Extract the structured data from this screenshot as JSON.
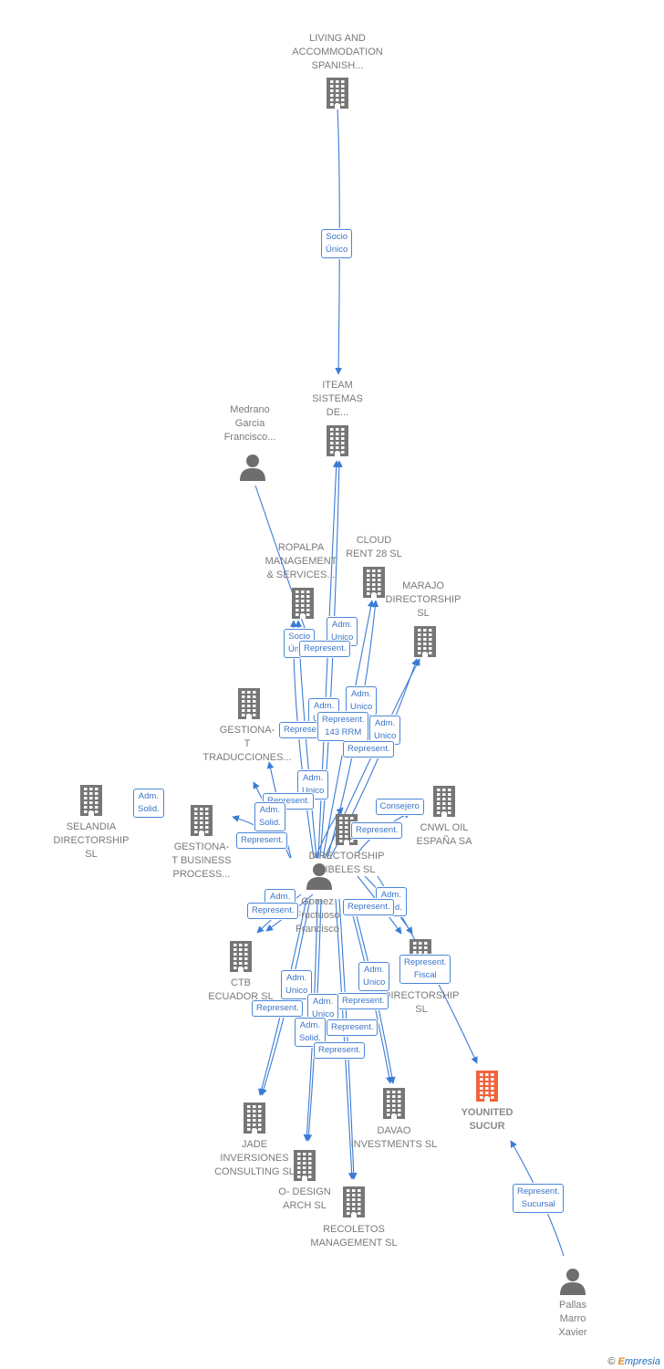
{
  "colors": {
    "building": "#767676",
    "building_highlight": "#f0643c",
    "person": "#6e6e6e",
    "link": "#3a7bd5"
  },
  "nodes": [
    {
      "id": "living",
      "type": "company",
      "lines": [
        "LIVING AND",
        "ACCOMMODATION",
        "SPANISH..."
      ]
    },
    {
      "id": "iteam",
      "type": "company",
      "lines": [
        "ITEAM",
        "SISTEMAS",
        "DE..."
      ]
    },
    {
      "id": "medrano",
      "type": "person",
      "lines": [
        "Medrano",
        "Garcia",
        "Francisco..."
      ]
    },
    {
      "id": "ropalpa",
      "type": "company",
      "lines": [
        "ROPALPA",
        "MANAGEMENT",
        "& SERVICES..."
      ]
    },
    {
      "id": "cloud",
      "type": "company",
      "lines": [
        "CLOUD",
        "RENT 28  SL"
      ]
    },
    {
      "id": "marajo",
      "type": "company",
      "lines": [
        "MARAJO",
        "DIRECTORSHIP",
        "SL"
      ]
    },
    {
      "id": "gestiona_trad",
      "type": "company",
      "lines": [
        "GESTIONA-",
        "T",
        "TRADUCCIONES..."
      ]
    },
    {
      "id": "selandia",
      "type": "company",
      "lines": [
        "SELANDIA",
        "DIRECTORSHIP",
        "SL"
      ]
    },
    {
      "id": "gestiona_bp",
      "type": "company",
      "lines": [
        "GESTIONA-",
        "T BUSINESS",
        "PROCESS..."
      ]
    },
    {
      "id": "directorship_cibeles",
      "type": "company",
      "lines": [
        "DIRECTORSHIP",
        "CIBELES SL"
      ]
    },
    {
      "id": "cnwl",
      "type": "company",
      "lines": [
        "CNWL OIL",
        "ESPAÑA SA"
      ]
    },
    {
      "id": "gomez",
      "type": "person",
      "lines": [
        "Gomez",
        "Fructuoso",
        "Francisco"
      ]
    },
    {
      "id": "ctb",
      "type": "company",
      "lines": [
        "CTB",
        "ECUADOR  SL"
      ]
    },
    {
      "id": "ar_directorship",
      "type": "company",
      "lines": [
        "DIRECTORSHIP",
        "SL"
      ]
    },
    {
      "id": "younited",
      "type": "company",
      "highlight": true,
      "lines": [
        "YOUNITED",
        "SUCUR"
      ]
    },
    {
      "id": "jade",
      "type": "company",
      "lines": [
        "JADE",
        "INVERSIONES",
        "CONSULTING SL"
      ]
    },
    {
      "id": "davao",
      "type": "company",
      "lines": [
        "DAVAO",
        "INVESTMENTS SL"
      ]
    },
    {
      "id": "odesign",
      "type": "company",
      "lines": [
        "O- DESIGN",
        "ARCH  SL"
      ]
    },
    {
      "id": "recoletos",
      "type": "company",
      "lines": [
        "RECOLETOS",
        "MANAGEMENT SL"
      ]
    },
    {
      "id": "pallas",
      "type": "person",
      "lines": [
        "Pallas",
        "Marro",
        "Xavier"
      ]
    }
  ],
  "relations": [
    {
      "lines": [
        "Socio",
        "Único"
      ]
    },
    {
      "lines": [
        "Socio",
        "Único"
      ]
    },
    {
      "lines": [
        "Adm.",
        "Unico"
      ]
    },
    {
      "lines": [
        "Represent."
      ]
    },
    {
      "lines": [
        "Adm.",
        "Unico"
      ]
    },
    {
      "lines": [
        "Adm.",
        "Unico"
      ]
    },
    {
      "lines": [
        "Represent."
      ]
    },
    {
      "lines": [
        "Represent.",
        "143 RRM"
      ]
    },
    {
      "lines": [
        "Adm.",
        "Unico"
      ]
    },
    {
      "lines": [
        "Represent."
      ]
    },
    {
      "lines": [
        "Adm.",
        "Solid."
      ]
    },
    {
      "lines": [
        "Adm.",
        "Unico"
      ]
    },
    {
      "lines": [
        "Represent."
      ]
    },
    {
      "lines": [
        "Adm.",
        "Solid."
      ]
    },
    {
      "lines": [
        "Represent."
      ]
    },
    {
      "lines": [
        "Consejero"
      ]
    },
    {
      "lines": [
        "Represent."
      ]
    },
    {
      "lines": [
        "Adm.",
        "Unico"
      ]
    },
    {
      "lines": [
        "Represent."
      ]
    },
    {
      "lines": [
        "Adm.",
        "Solid."
      ]
    },
    {
      "lines": [
        "Represent."
      ]
    },
    {
      "lines": [
        "Represent.",
        "Fiscal"
      ]
    },
    {
      "lines": [
        "Adm.",
        "Unico"
      ]
    },
    {
      "lines": [
        "Adm.",
        "Unico"
      ]
    },
    {
      "lines": [
        "Represent."
      ]
    },
    {
      "lines": [
        "Represent."
      ]
    },
    {
      "lines": [
        "Adm.",
        "Unico"
      ]
    },
    {
      "lines": [
        "Represent."
      ]
    },
    {
      "lines": [
        "Adm.",
        "Solid."
      ]
    },
    {
      "lines": [
        "Represent."
      ]
    },
    {
      "lines": [
        "Represent.",
        "Sucursal"
      ]
    }
  ],
  "footer": {
    "copyright": "©",
    "brand_first": "E",
    "brand_rest": "mpresia"
  }
}
